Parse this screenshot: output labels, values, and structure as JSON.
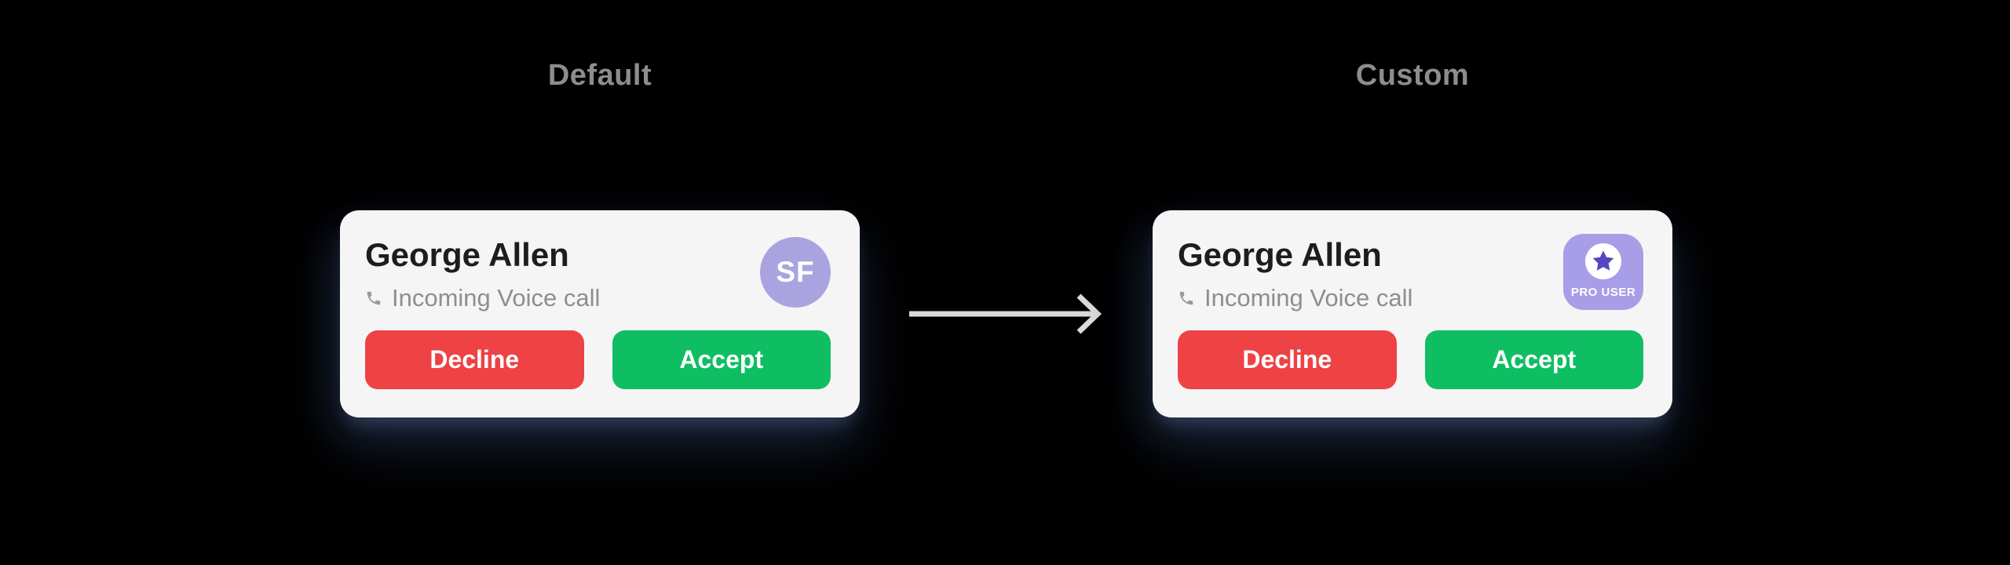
{
  "page": {
    "background_color": "#000000"
  },
  "left": {
    "label": "Default",
    "card": {
      "caller_name": "George Allen",
      "call_status": "Incoming Voice call",
      "avatar_initials": "SF",
      "decline_label": "Decline",
      "accept_label": "Accept"
    }
  },
  "right": {
    "label": "Custom",
    "card": {
      "caller_name": "George Allen",
      "call_status": "Incoming Voice call",
      "badge_label": "PRO USER",
      "decline_label": "Decline",
      "accept_label": "Accept"
    }
  },
  "icons": {
    "phone": "phone-receiver-icon",
    "star": "star-icon",
    "arrow": "arrow-right-icon"
  },
  "colors": {
    "card_background": "#f5f5f6",
    "title_text": "#1d1d1f",
    "subtitle_text": "#8e8e8e",
    "decline_red": "#ee4245",
    "accept_green": "#0fbe63",
    "avatar_purple": "#a9a4e0",
    "badge_purple": "#a89ee8",
    "star_purple": "#5646c2",
    "label_gray": "#8d8d8d",
    "arrow_gray": "#d9d9d9"
  }
}
